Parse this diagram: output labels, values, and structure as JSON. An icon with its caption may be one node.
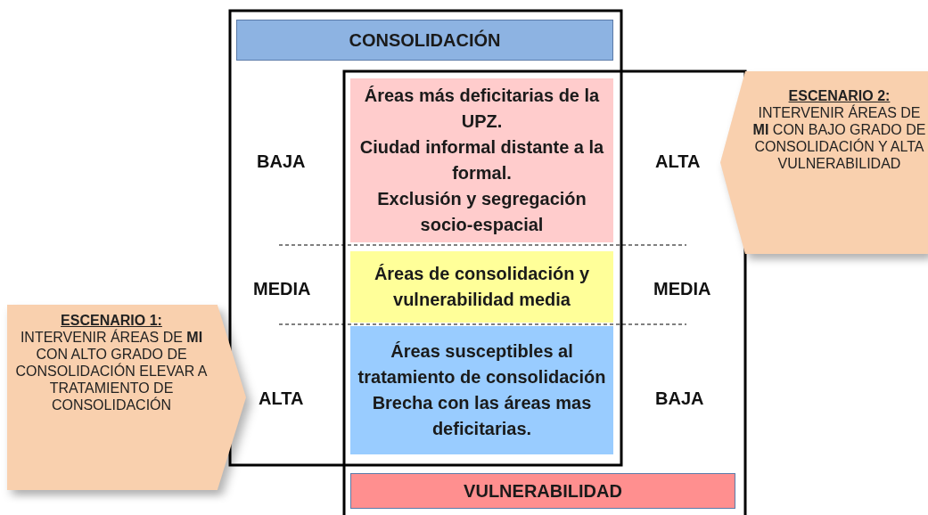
{
  "diagram": {
    "nodes": [
      {
        "text": [
          "CONSOLIDACIÓN"
        ]
      },
      {
        "text": [
          "Áreas más deficitarias de la UPZ.",
          "Ciudad informal distante a la formal.",
          "Exclusión y segregación socio-espacial"
        ]
      },
      {
        "text": [
          "Áreas de consolidación y vulnerabilidad media"
        ]
      },
      {
        "text": [
          "Áreas susceptibles al tratamiento de consolidación",
          "Brecha con las áreas mas deficitarias."
        ]
      },
      {
        "text": [
          "VULNERABILIDAD"
        ]
      },
      {
        "text": [
          "ESCENARIO 2:",
          "INTERVENIR ÁREAS DE **MI** CON BAJO GRADO DE CONSOLIDACIÓN Y ALTA VULNERABILIDAD"
        ]
      },
      {
        "text": [
          "ESCENARIO 1:",
          "INTERVENIR ÁREAS DE **MI** CON ALTO GRADO DE CONSOLIDACIÓN ELEVAR A TRATAMIENTO DE CONSOLIDACIÓN"
        ]
      }
    ],
    "labels": [
      "BAJA",
      "ALTA",
      "MEDIA",
      "MEDIA",
      "ALTA",
      "BAJA"
    ]
  }
}
